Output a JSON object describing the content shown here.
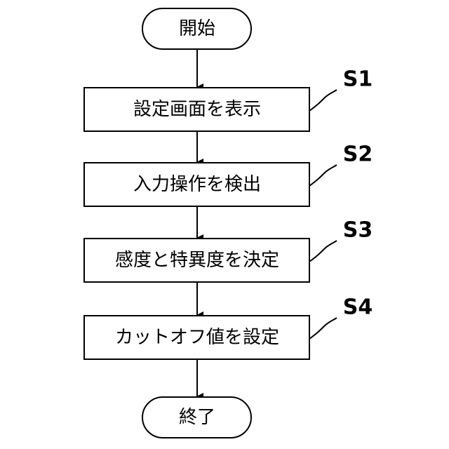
{
  "flowchart": {
    "start_label": "開始",
    "end_label": "終了",
    "steps": [
      {
        "id": "S1",
        "label": "設定画面を表示"
      },
      {
        "id": "S2",
        "label": "入力操作を検出"
      },
      {
        "id": "S3",
        "label": "感度と特異度を決定"
      },
      {
        "id": "S4",
        "label": "カットオフ値を設定"
      }
    ]
  }
}
